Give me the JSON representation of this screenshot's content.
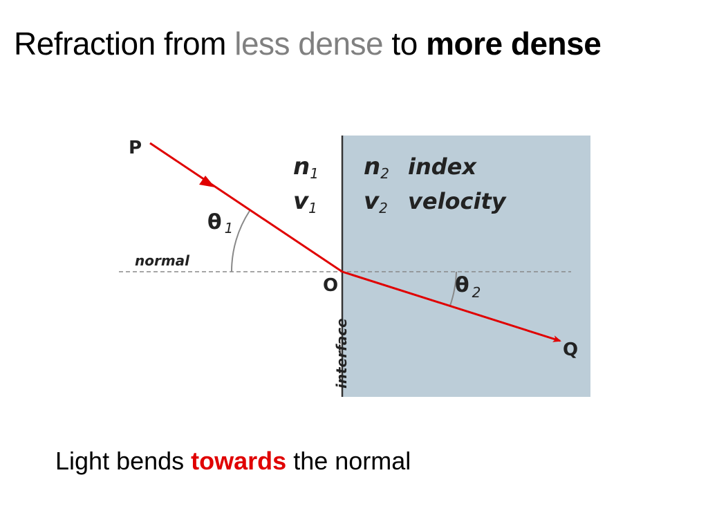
{
  "slide": {
    "title": {
      "part1": "Refraction from ",
      "part2": "less dense",
      "part3": " to ",
      "part4": "more dense"
    },
    "caption": {
      "part1": "Light bends ",
      "part2": "towards",
      "part3": " the normal"
    }
  },
  "diagram": {
    "labels": {
      "p": "P",
      "q": "Q",
      "o": "O",
      "normal": "normal",
      "interface": "interface",
      "theta1": "θ",
      "theta1_sub": "1",
      "theta2": "θ",
      "theta2_sub": "2",
      "n1": "n",
      "n1_sub": "1",
      "v1": "v",
      "v1_sub": "1",
      "n2": "n",
      "n2_sub": "2",
      "v2": "v",
      "v2_sub": "2",
      "index": "index",
      "velocity": "velocity"
    },
    "colors": {
      "ray": "#e00000",
      "medium2": "#bccdd8",
      "normal_line": "#888888",
      "interface_line": "#333333"
    }
  }
}
